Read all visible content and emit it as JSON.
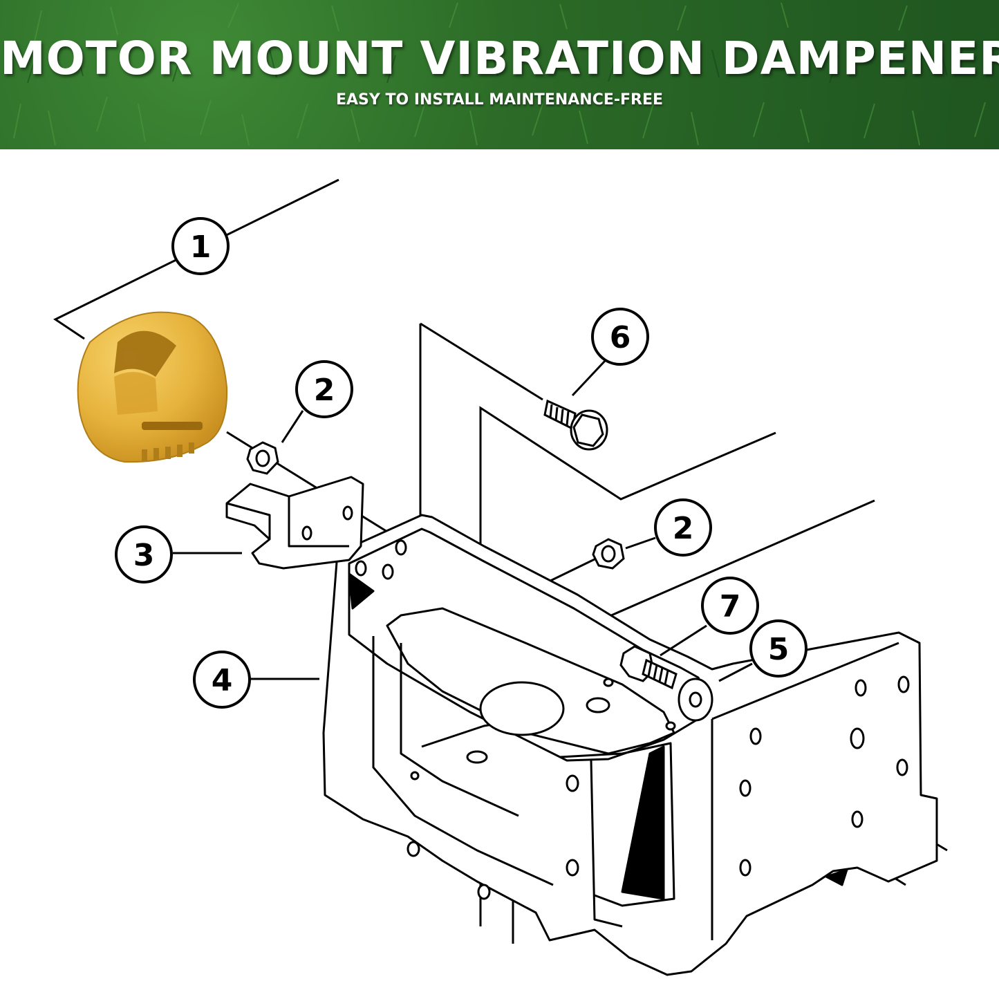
{
  "header": {
    "title": "MOTOR MOUNT VIBRATION DAMPENER",
    "subtitle": "EASY TO INSTALL MAINTENANCE-FREE"
  },
  "callouts": [
    {
      "label": "1",
      "part": "dampener"
    },
    {
      "label": "2",
      "part": "nut-upper"
    },
    {
      "label": "2",
      "part": "nut-lower"
    },
    {
      "label": "3",
      "part": "bracket"
    },
    {
      "label": "4",
      "part": "motor-mount-frame"
    },
    {
      "label": "5",
      "part": "washer"
    },
    {
      "label": "6",
      "part": "flange-bolt"
    },
    {
      "label": "7",
      "part": "bolt"
    }
  ],
  "colors": {
    "banner_green": "#2b6a27",
    "dampener_yellow": "#e6b33c",
    "line": "#000000"
  }
}
